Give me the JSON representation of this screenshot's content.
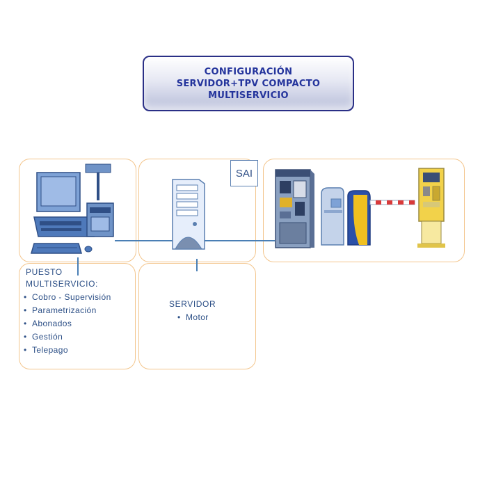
{
  "title": {
    "line1": "CONFIGURACIÓN",
    "line2": "SERVIDOR+TPV COMPACTO",
    "line3": "MULTISERVICIO"
  },
  "sai_label": "SAI",
  "puesto": {
    "heading_line1": "PUESTO",
    "heading_line2": "MULTISERVICIO:",
    "items": [
      "Cobro - Supervisión",
      "Parametrización",
      "Abonados",
      "Gestión",
      "Telepago"
    ]
  },
  "servidor": {
    "heading": "SERVIDOR",
    "items": [
      "Motor"
    ]
  },
  "icons": {
    "pos_terminal": "pos-terminal-icon",
    "server_tower": "server-tower-icon",
    "pay_station": "pay-station-icon",
    "ticket_dispenser": "ticket-dispenser-icon",
    "barrier_gate": "barrier-gate-icon",
    "exit_terminal": "exit-terminal-icon"
  },
  "colors": {
    "title_text": "#24349c",
    "panel_border": "#f3c58c",
    "text": "#2c4f86",
    "wire": "#4a7fb5"
  }
}
